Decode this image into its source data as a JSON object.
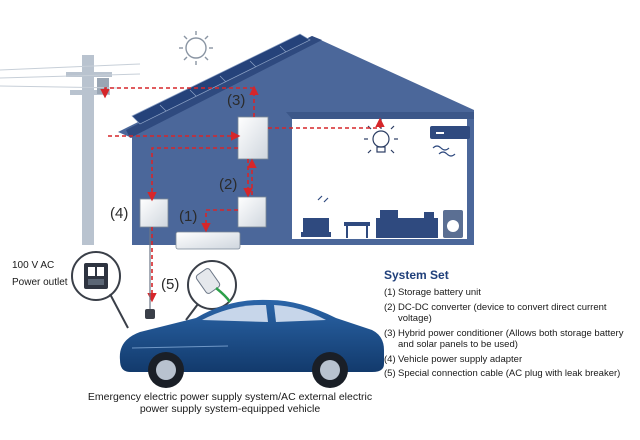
{
  "labels": {
    "n1": "(1)",
    "n2": "(2)",
    "n3": "(3)",
    "n4": "(4)",
    "n5": "(5)"
  },
  "outlet": {
    "line1": "100 V AC",
    "line2": "Power outlet"
  },
  "system_set": {
    "title": "System Set",
    "items": [
      {
        "num": "(1)",
        "text": "Storage battery unit"
      },
      {
        "num": "(2)",
        "text": "DC-DC converter (device to convert direct current voltage)"
      },
      {
        "num": "(3)",
        "text": "Hybrid power conditioner (Allows both storage battery and solar panels to be used)"
      },
      {
        "num": "(4)",
        "text": "Vehicle power supply adapter"
      },
      {
        "num": "(5)",
        "text": "Special connection cable (AC plug with leak breaker)"
      }
    ]
  },
  "caption": "Emergency electric power supply system/AC external electric power supply system-equipped vehicle",
  "colors": {
    "house": "#4b679a",
    "house_dark": "#2f4a7f",
    "car": "#1d4f8e",
    "flow": "#d6262a",
    "pole": "#b9c3cf"
  }
}
